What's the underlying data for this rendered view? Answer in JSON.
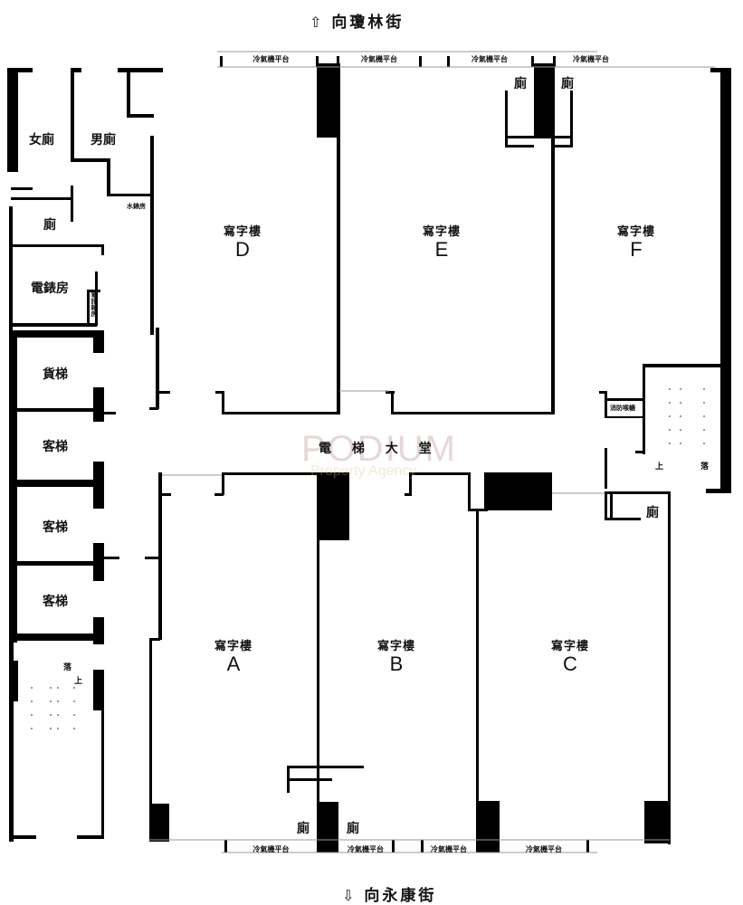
{
  "streets": {
    "north": {
      "icon": "arrow-up-icon",
      "glyph": "⇧",
      "label": "向瓊林街"
    },
    "south": {
      "icon": "arrow-down-icon",
      "glyph": "⇩",
      "label": "向永康街"
    }
  },
  "units": [
    {
      "id": "A",
      "type": "寫字樓",
      "letter": "A"
    },
    {
      "id": "B",
      "type": "寫字樓",
      "letter": "B"
    },
    {
      "id": "C",
      "type": "寫字樓",
      "letter": "C"
    },
    {
      "id": "D",
      "type": "寫字樓",
      "letter": "D"
    },
    {
      "id": "E",
      "type": "寫字樓",
      "letter": "E"
    },
    {
      "id": "F",
      "type": "寫字樓",
      "letter": "F"
    }
  ],
  "rooms": {
    "female_toilet": "女廁",
    "male_toilet": "男廁",
    "small_toilet": "廁",
    "electric_room": "電錶房",
    "water_meter_room": "水錶房",
    "telecom_room": "電訊錶房",
    "freight_elevator": "貨梯",
    "passenger_elevators": [
      "客梯",
      "客梯",
      "客梯"
    ],
    "lobby": "電 梯 大 堂",
    "fire_hose": "消防喉轆",
    "toilet_label": "廁",
    "stairs_up": "上",
    "stairs_down": "落"
  },
  "ac_platforms": {
    "label": "冷氣機平台",
    "top_count": 4,
    "bottom_count": 4
  },
  "watermark": {
    "brand": "PODIUM",
    "tagline": "Property Agency"
  },
  "colors": {
    "wall": "#000000",
    "background": "#ffffff",
    "watermark_brand": "#be8c8c",
    "watermark_tagline": "#d7be8c"
  }
}
